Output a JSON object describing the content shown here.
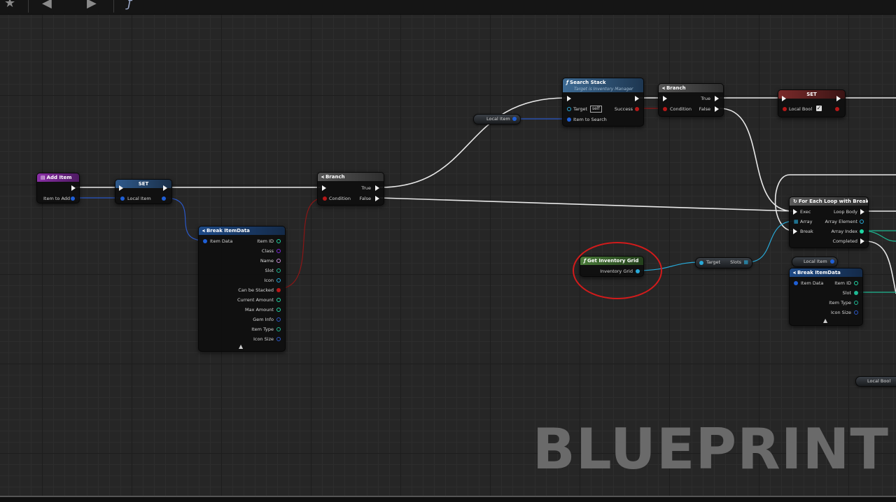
{
  "watermark": "BLUEPRINT",
  "toolbar": {
    "icons": [
      "star-icon",
      "back-arrow-icon",
      "forward-arrow-icon",
      "function-icon"
    ]
  },
  "nodes": {
    "add_item": {
      "title": "Add Item",
      "pin_item_to_add": "Item to Add"
    },
    "set_local_item": {
      "title": "SET",
      "pin_local_item": "Local Item"
    },
    "break_itemdata_1": {
      "title": "Break ItemData",
      "pin_item_data": "Item Data",
      "outputs": [
        "Item ID",
        "Class",
        "Name",
        "Slot",
        "Icon",
        "Can be Stacked",
        "Current Amount",
        "Max Amount",
        "Gem Info",
        "Item Type",
        "Icon Size"
      ]
    },
    "branch_1": {
      "title": "Branch",
      "pin_condition": "Condition",
      "pin_true": "True",
      "pin_false": "False"
    },
    "local_item_var_1": {
      "label": "Local Item"
    },
    "search_stack": {
      "title": "Search Stack",
      "subtitle": "Target is Inventory Manager",
      "pin_target": "Target",
      "pin_self": "self",
      "pin_success": "Success",
      "pin_item_to_search": "Item to Search"
    },
    "branch_2": {
      "title": "Branch",
      "pin_condition": "Condition",
      "pin_true": "True",
      "pin_false": "False"
    },
    "set_local_bool": {
      "title": "SET",
      "pin_local_bool": "Local Bool"
    },
    "for_each_loop": {
      "title": "For Each Loop with Break",
      "pin_exec": "Exec",
      "pin_array": "Array",
      "pin_break": "Break",
      "pin_loop_body": "Loop Body",
      "pin_array_element": "Array Element",
      "pin_array_index": "Array Index",
      "pin_completed": "Completed"
    },
    "get_inventory_grid": {
      "title": "Get Inventory Grid",
      "pin_inventory_grid": "Inventory Grid"
    },
    "target_slots": {
      "pin_target": "Target",
      "pin_slots": "Slots"
    },
    "local_item_var_2": {
      "label": "Local Item"
    },
    "break_itemdata_2": {
      "title": "Break ItemData",
      "pin_item_data": "Item Data",
      "outputs": [
        "Item ID",
        "Slot",
        "Item Type",
        "Icon Size"
      ]
    },
    "local_bool_var": {
      "label": "Local Bool"
    }
  },
  "colors": {
    "exec": "#f2f2f2",
    "struct": "#1f5fd6",
    "bool": "#b51818",
    "object": "#28a9d8",
    "int": "#1fd6a3",
    "class": "#7d2ad8",
    "name": "#c58bd8",
    "highlight": "#d21b1b"
  }
}
